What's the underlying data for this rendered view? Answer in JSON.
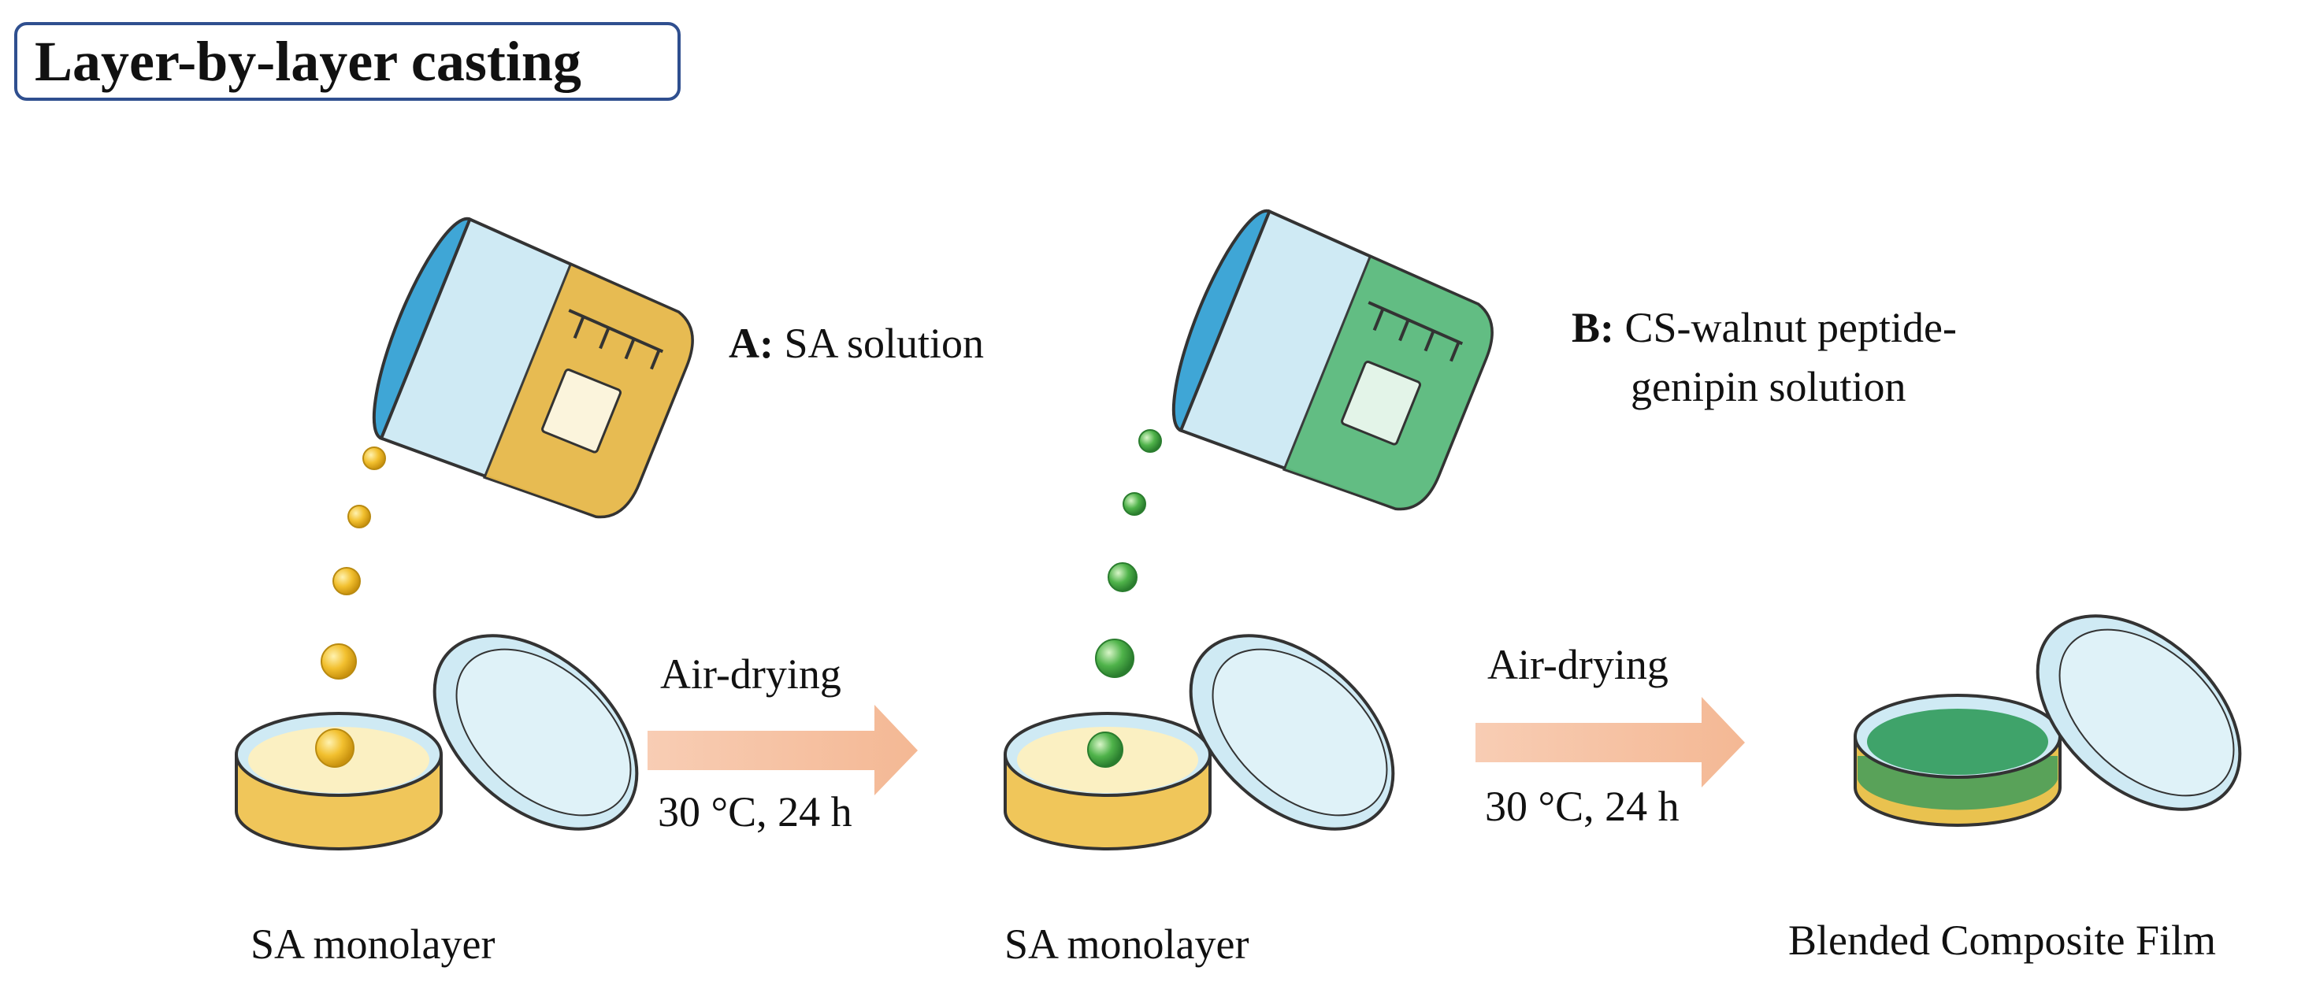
{
  "title": "Layer-by-layer casting",
  "solution_a": {
    "letter": "A:",
    "text": "SA solution",
    "color": "#e8b43a"
  },
  "solution_b": {
    "letter": "B:",
    "line1": "CS-walnut peptide-",
    "line2": "genipin  solution",
    "color": "#4fb36b"
  },
  "step1": {
    "top": "Air-drying",
    "bottom": "30 °C, 24 h"
  },
  "step2": {
    "top": "Air-drying",
    "bottom": "30 °C, 24 h"
  },
  "captions": [
    "SA monolayer",
    "SA monolayer",
    "Blended Composite Film"
  ],
  "colors": {
    "arrow": "#f6c6aa",
    "title_border": "#2f4f8f",
    "glass": "#bfe3ef",
    "film_green": "#3fa36a",
    "film_yellow": "#fbf0c2"
  },
  "icons": [
    "beaker-icon",
    "petri-dish-icon",
    "arrow-icon",
    "droplet-icon"
  ]
}
